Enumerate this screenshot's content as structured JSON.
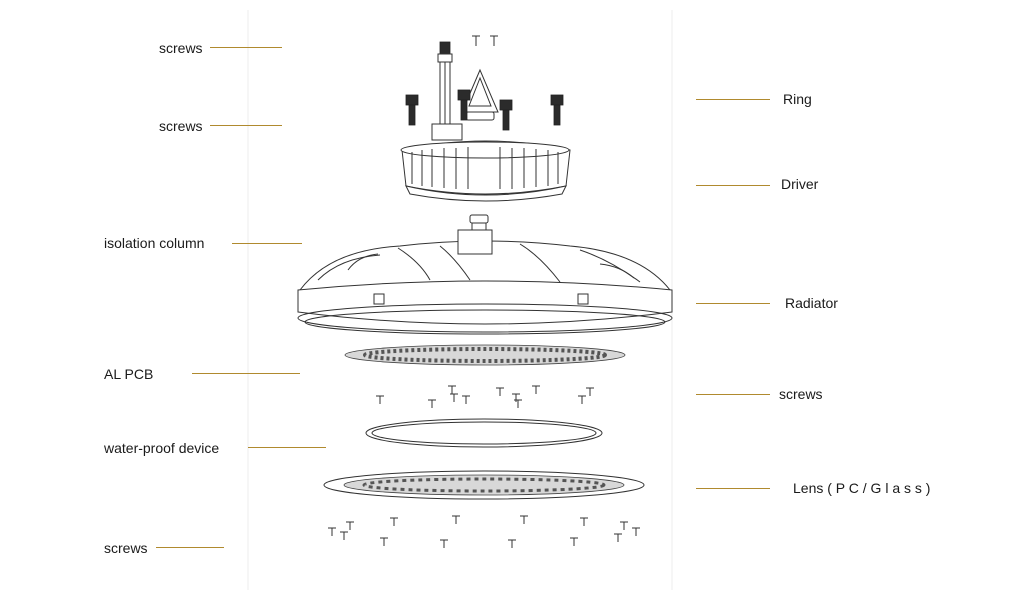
{
  "labels": {
    "screws_top": "screws",
    "screws_upper": "screws",
    "isolation_column": "isolation column",
    "al_pcb": "AL PCB",
    "water_proof_device": "water-proof device",
    "screws_bottom": "screws",
    "ring": "Ring",
    "driver": "Driver",
    "radiator": "Radiator",
    "screws_right": "screws",
    "lens": "Lens ( P C / G l a s s )"
  },
  "colors": {
    "leader_line": "#b08a2e",
    "text": "#1a1a1a",
    "drawing_stroke": "#333333"
  }
}
